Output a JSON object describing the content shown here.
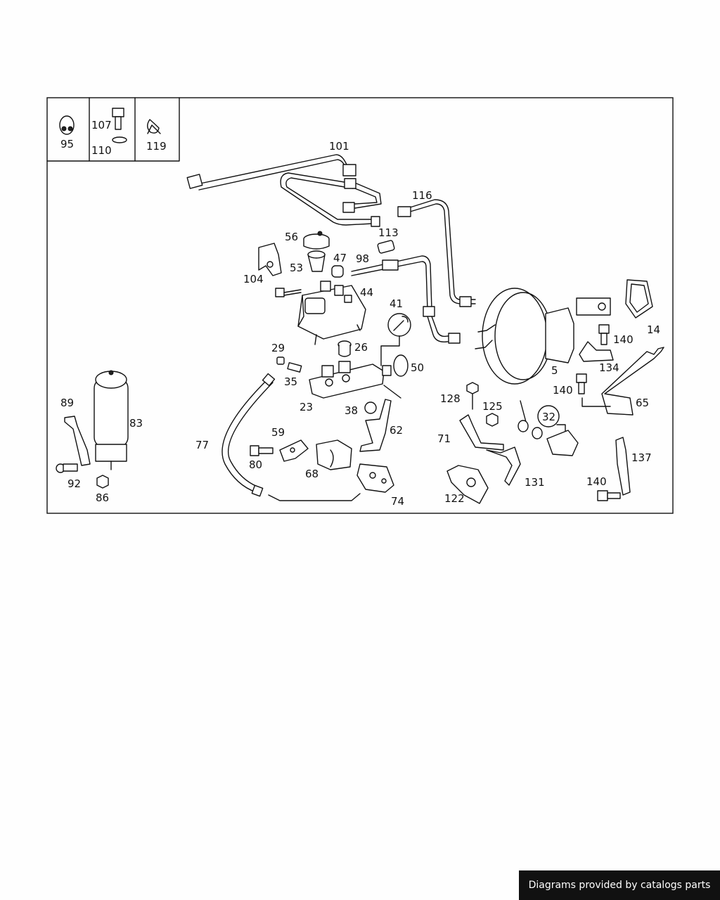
{
  "legend_box": {
    "items": [
      {
        "label": "95"
      },
      {
        "label": "107"
      },
      {
        "label": "110"
      },
      {
        "label": "119"
      }
    ]
  },
  "callouts": [
    "101",
    "116",
    "113",
    "56",
    "47",
    "98",
    "53",
    "104",
    "44",
    "41",
    "29",
    "50",
    "26",
    "35",
    "23",
    "38",
    "62",
    "89",
    "83",
    "77",
    "59",
    "80",
    "68",
    "92",
    "86",
    "74",
    "5",
    "140",
    "134",
    "14",
    "128",
    "125",
    "32",
    "131",
    "122",
    "65",
    "71",
    "137"
  ],
  "footer": {
    "text": "Diagrams provided by catalogs parts"
  }
}
